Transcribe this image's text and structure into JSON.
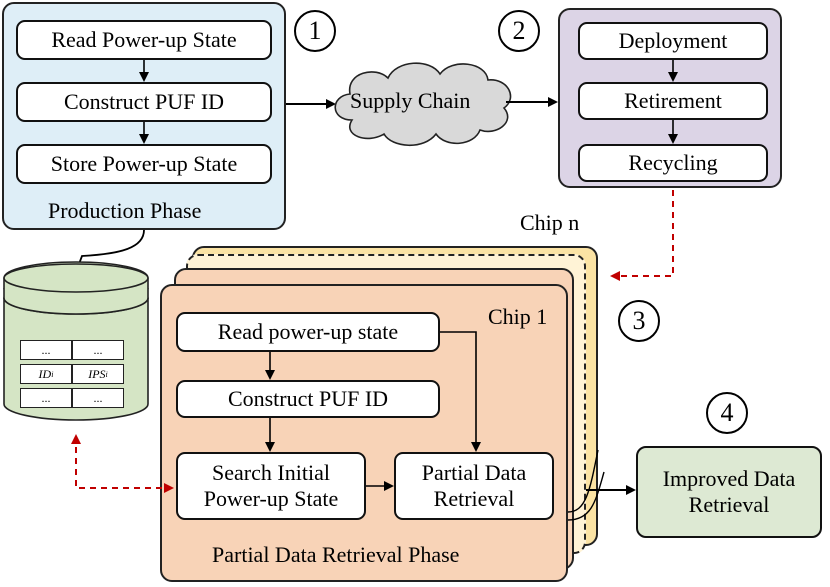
{
  "production": {
    "step1": "Read Power-up State",
    "step2": "Construct PUF ID",
    "step3": "Store Power-up State",
    "title": "Production Phase"
  },
  "supply_chain": "Supply Chain",
  "lifecycle": {
    "step1": "Deployment",
    "step2": "Retirement",
    "step3": "Recycling"
  },
  "markers": {
    "m1": "1",
    "m2": "2",
    "m3": "3",
    "m4": "4"
  },
  "chip_n": "Chip n",
  "chip_1": "Chip 1",
  "retrieval": {
    "read": "Read power-up state",
    "construct": "Construct PUF ID",
    "search_l1": "Search Initial",
    "search_l2": "Power-up State",
    "partial_l1": "Partial Data",
    "partial_l2": "Retrieval",
    "title": "Partial Data Retrieval Phase"
  },
  "improved": {
    "l1": "Improved Data",
    "l2": "Retrieval"
  },
  "database": {
    "row1": [
      "...",
      "..."
    ],
    "row2": [
      "ID",
      "IPS"
    ],
    "row2_sub": [
      "i",
      "i"
    ],
    "row3": [
      "...",
      "..."
    ]
  },
  "colors": {
    "production_fill": "#deeef7",
    "lifecycle_fill": "#dcd4e6",
    "chip_fill": "#f8d3b7",
    "chip_back_fill": "#fbe3a4",
    "db_fill": "#d5e5c5",
    "improved_fill": "#dde9d3",
    "cloud_fill": "#d9d9d9",
    "dashed_arrow": "#c00000"
  }
}
